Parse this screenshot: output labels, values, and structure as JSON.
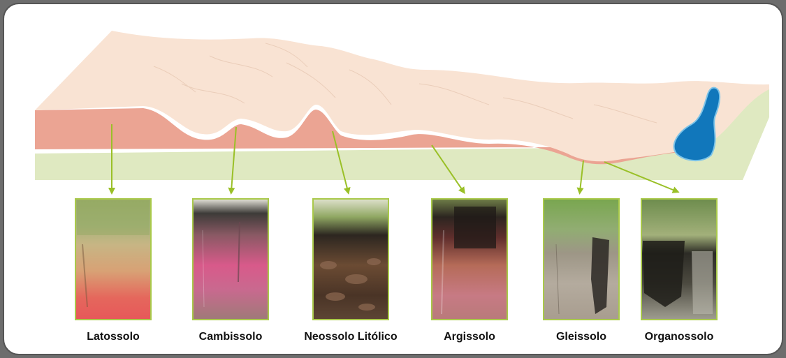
{
  "colors": {
    "frame_outer": "#6d6d6d",
    "panel_bg": "#ffffff",
    "panel_border": "#555555",
    "topsoil": "#f9e3d3",
    "subsoil": "#eba493",
    "base": "#dfe9c1",
    "water": "#1177bb",
    "water_edge": "#7cc3e8",
    "arrow": "#9ac027",
    "photo_border": "#a9c94a"
  },
  "soils": [
    {
      "label": "Latossolo",
      "photo": "latossolo-photo"
    },
    {
      "label": "Cambissolo",
      "photo": "cambissolo-photo"
    },
    {
      "label": "Neossolo Litólico",
      "photo": "neossolo-photo"
    },
    {
      "label": "Argissolo",
      "photo": "argissolo-photo"
    },
    {
      "label": "Gleissolo",
      "photo": "gleissolo-photo"
    },
    {
      "label": "Organossolo",
      "photo": "organossolo-photo"
    }
  ]
}
